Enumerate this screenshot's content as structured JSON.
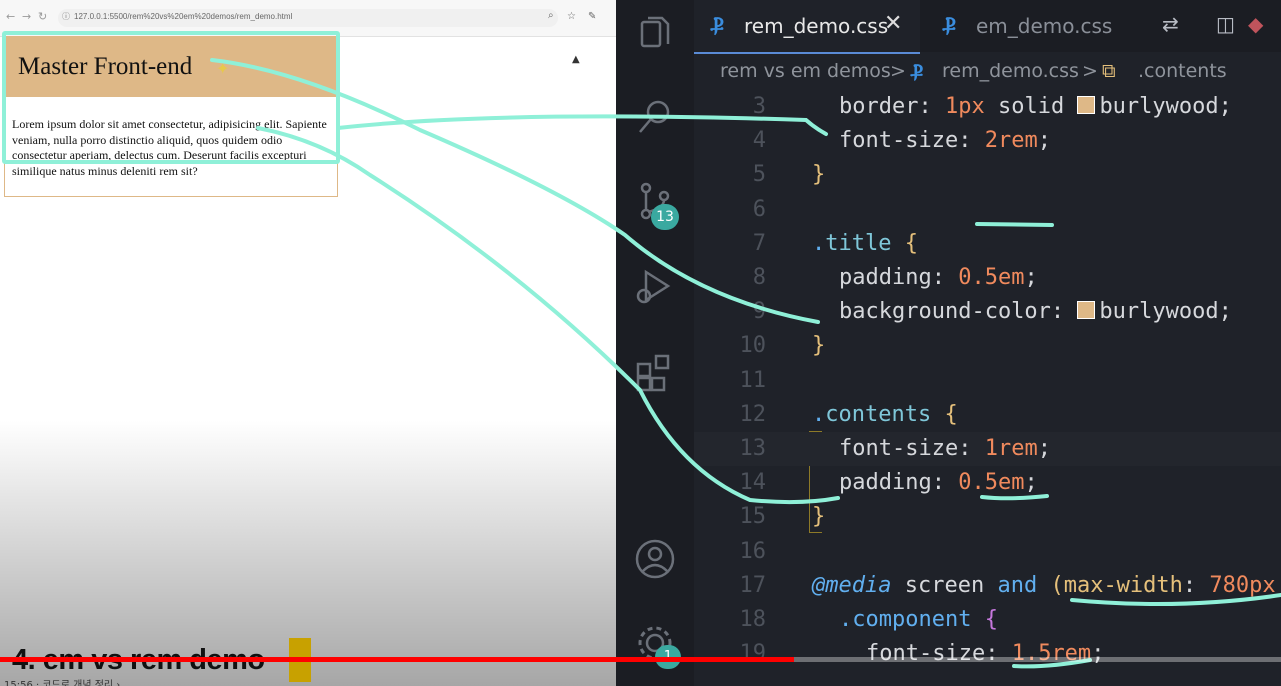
{
  "browser": {
    "url": "127.0.0.1:5500/rem%20vs%20em%20demos/rem_demo.html",
    "title_text": "Master Front-end",
    "contents_text": "Lorem ipsum dolor sit amet consectetur, adipisicing elit. Sapiente veniam, nulla porro distinctio aliquid, quos quidem odio consectetur aperiam, delectus cum. Deserunt facilis excepturi similique natus minus deleniti rem sit?"
  },
  "video": {
    "title": "4. em vs rem demo",
    "time": "15:56 · 코드로 개념 정리 ›",
    "progress": 0.62
  },
  "editor": {
    "tabs": [
      {
        "icon": "css-icon",
        "label": "rem_demo.css",
        "active": true
      },
      {
        "icon": "css-icon",
        "label": "em_demo.css",
        "active": false
      }
    ],
    "breadcrumb": [
      "rem vs em demos",
      ">",
      "rem_demo.css",
      ">",
      ".contents"
    ],
    "scm_badge": "13",
    "settings_badge": "1",
    "lines": [
      {
        "n": "3",
        "text": "border: 1px solid burlywood;"
      },
      {
        "n": "4",
        "text": "font-size: 2rem;"
      },
      {
        "n": "5",
        "text": "}"
      },
      {
        "n": "6",
        "text": ""
      },
      {
        "n": "7",
        "text": ".title {"
      },
      {
        "n": "8",
        "text": "padding: 0.5em;"
      },
      {
        "n": "9",
        "text": "background-color: burlywood;"
      },
      {
        "n": "10",
        "text": "}"
      },
      {
        "n": "11",
        "text": ""
      },
      {
        "n": "12",
        "text": ".contents {"
      },
      {
        "n": "13",
        "text": "font-size: 1rem;"
      },
      {
        "n": "14",
        "text": "padding: 0.5em;"
      },
      {
        "n": "15",
        "text": "}"
      },
      {
        "n": "16",
        "text": ""
      },
      {
        "n": "17",
        "text": "@media screen and (max-width: 780px"
      },
      {
        "n": "18",
        "text": ".component {"
      },
      {
        "n": "19",
        "text": "font-size: 1.5rem;"
      }
    ]
  },
  "colors": {
    "accent": "#8ff0d8",
    "burlywood": "#deb887",
    "progress": "#ff0000"
  }
}
